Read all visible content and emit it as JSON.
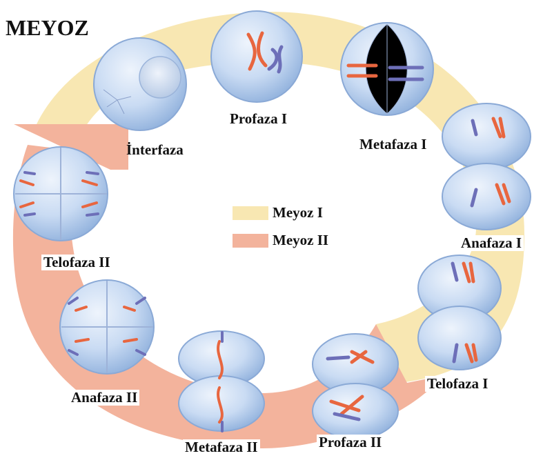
{
  "title": "MEYOZ",
  "legend": [
    {
      "label": "Meyoz I",
      "color": "#f8e7b2"
    },
    {
      "label": "Meyoz II",
      "color": "#f3b39c"
    }
  ],
  "stages": {
    "interfaza": "İnterfaza",
    "profaza_1": "Profaza I",
    "metafaza_1": "Metafaza I",
    "anafaza_1": "Anafaza I",
    "telofaza_1": "Telofaza I",
    "profaza_2": "Profaza II",
    "metafaza_2": "Metafaza II",
    "anafaza_2": "Anafaza II",
    "telofaza_2": "Telofaza II"
  },
  "colors": {
    "cell_fill": "#c7d9f2",
    "cell_edge": "#7f9fcf",
    "chromosome_red": "#e8663f",
    "chromosome_blue": "#6d6fb8"
  }
}
